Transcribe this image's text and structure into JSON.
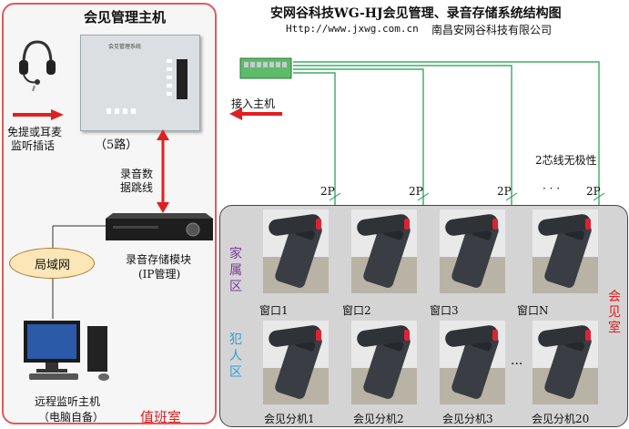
{
  "title": "安网谷科技WG-HJ会见管理、录音存储系统结构图",
  "website": "Http://www.jxwg.com.cn",
  "company": "南昌安网谷科技有限公司",
  "host": {
    "label": "会见管理主机",
    "channels": "（5路）",
    "panel_text": "会见管理系统"
  },
  "headset": {
    "label_line1": "免提或耳麦",
    "label_line2": "监听插话"
  },
  "jumper": {
    "line1": "录音数",
    "line2": "据跳线"
  },
  "recorder": {
    "line1": "录音存储模块",
    "line2": "(IP管理)"
  },
  "lan": "局域网",
  "monitor": {
    "line1": "远程监听主机",
    "line2": "（电脑自备）"
  },
  "duty_room": "值班室",
  "connect_host": "接入主机",
  "wire_note": "2芯线无极性",
  "pair_label": "2P",
  "dots": "· · ·",
  "ellipsis": "···",
  "family_zone": [
    "家",
    "属",
    "区"
  ],
  "inmate_zone": [
    "犯",
    "人",
    "区"
  ],
  "meeting_room": [
    "会",
    "见",
    "室"
  ],
  "windows": [
    "窗口1",
    "窗口2",
    "窗口3",
    "窗口N"
  ],
  "extensions": [
    "会见分机1",
    "会见分机2",
    "会见分机3",
    "会见分机20"
  ],
  "colors": {
    "red": "#e02020",
    "green": "#1a9a4a",
    "orange": "#e07020",
    "purple": "#7a3a9a",
    "blue": "#2aa0d8",
    "lan_fill": "#fbe6b8"
  }
}
